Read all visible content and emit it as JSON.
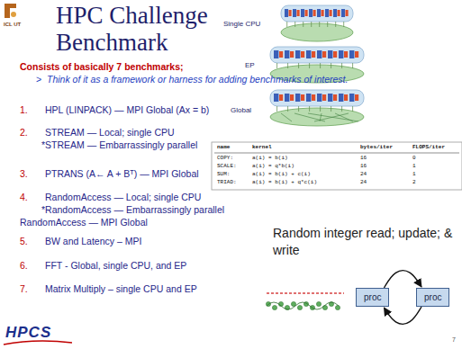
{
  "diagram": {
    "title": "HPC Challenge Benchmark",
    "nodes": [
      {
        "text": [
          "proc"
        ]
      },
      {
        "text": [
          "proc"
        ]
      }
    ],
    "edges": [
      {
        "from": 0,
        "to": 1,
        "arrow": "to"
      },
      {
        "from": 1,
        "to": 0,
        "arrow": "to"
      }
    ],
    "labels": [
      "ICL UT",
      "Consists of basically 7 benchmarks;",
      ">",
      "Think of it as a framework or harness for adding benchmarks of interest.",
      "1.",
      "HPL (LINPACK) — MPI Global (Ax = b)",
      "2.",
      "STREAM — Local; single CPU",
      "*STREAM — Embarrassingly parallel",
      "3.",
      "PTRANS (A← A + Bᵀ) — MPI Global",
      "4.",
      "RandomAccess — Local; single CPU",
      "*RandomAccess — Embarrassingly parallel",
      "RandomAccess — MPI Global",
      "5.",
      "BW and Latency – MPI",
      "6.",
      "FFT - Global, single CPU, and EP",
      "7.",
      "Matrix Multiply – single CPU and EP",
      "HPCS",
      "Single CPU",
      "EP",
      "Global",
      "name",
      "kernel",
      "bytes/iter",
      "FLOPS/iter",
      "COPY:",
      "a(i) = b(i)",
      "16",
      "0",
      "SCALE:",
      "a(i) = q*b(i)",
      "16",
      "1",
      "SUM:",
      "a(i) = b(i) + c(i)",
      "24",
      "1",
      "TRIAD:",
      "a(i) = b(i) + q*c(i)",
      "24",
      "2",
      "Random integer read; update; & write",
      "7"
    ]
  }
}
